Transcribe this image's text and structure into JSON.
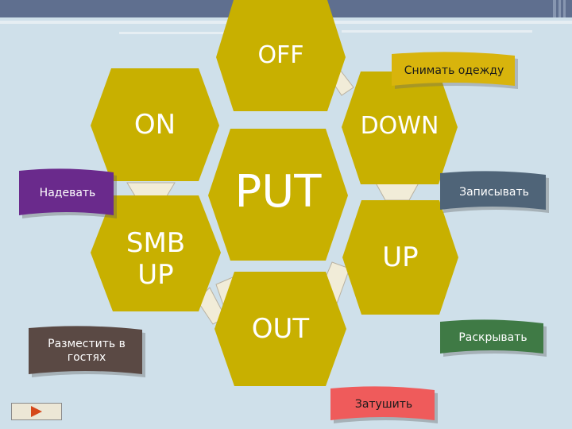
{
  "center": {
    "label": "PUT"
  },
  "particles": [
    {
      "id": "off",
      "label": "OFF"
    },
    {
      "id": "down",
      "label": "DOWN"
    },
    {
      "id": "up",
      "label": "UP"
    },
    {
      "id": "out",
      "label": "OUT"
    },
    {
      "id": "smb-up",
      "label": "SMB\nUP"
    },
    {
      "id": "on",
      "label": "ON"
    }
  ],
  "translations": [
    {
      "id": "off",
      "text": "Снимать одежду",
      "color": "#d8b40c",
      "text_color": "#1a1a1a"
    },
    {
      "id": "down",
      "text": "Записывать",
      "color": "#4f6478",
      "text_color": "#ffffff"
    },
    {
      "id": "up",
      "text": "Раскрывать",
      "color": "#3f7a45",
      "text_color": "#ffffff"
    },
    {
      "id": "out",
      "text": "Затушить",
      "color": "#ef5b5b",
      "text_color": "#1a1a1a"
    },
    {
      "id": "smb-up",
      "text": "Разместить в\nгостях",
      "color": "#5a4944",
      "text_color": "#ffffff"
    },
    {
      "id": "on",
      "text": "Надевать",
      "color": "#6a2a8c",
      "text_color": "#ffffff"
    }
  ],
  "colors": {
    "hex_fill": "#c8b000",
    "connector_fill": "#f1ecd8",
    "background": "#cfe0ea",
    "top_bar": "#5f6f8f"
  },
  "nav_button": {
    "icon": "play-triangle-icon"
  }
}
